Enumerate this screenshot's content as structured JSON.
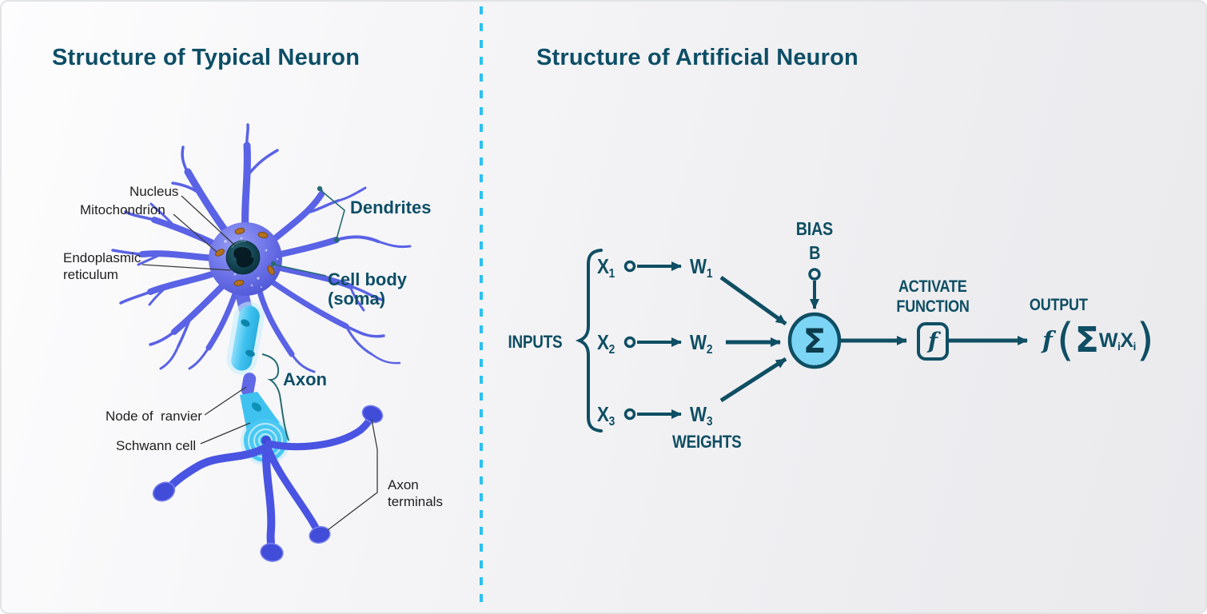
{
  "colors": {
    "accent_teal": "#0f4e63",
    "title_teal": "#0d4e66",
    "divider_cyan": "#2bc1f1",
    "sum_node_fill": "#7cd5f4",
    "neuron_blue": "#5a62e5",
    "axon_cyan": "#3fc2f0",
    "mitochondria_orange": "#b4701f",
    "label_black": "#1f1f1f"
  },
  "left_panel": {
    "title": "Structure of Typical Neuron",
    "labels": {
      "nucleus": "Nucleus",
      "mitochondrion": "Mitochondrion",
      "endoplasmic_line1": "Endoplasmic",
      "endoplasmic_line2": "reticulum",
      "dendrites": "Dendrites",
      "cell_body_line1": "Cell body",
      "cell_body_line2": "(soma)",
      "axon": "Axon",
      "node_of_ranvier": "Node of  ranvier",
      "schwann_cell": "Schwann cell",
      "axon_terminals_line1": "Axon",
      "axon_terminals_line2": "terminals"
    }
  },
  "right_panel": {
    "title": "Structure of Artificial Neuron",
    "inputs_label": "INPUTS",
    "weights_label": "WEIGHTS",
    "bias_label": "BIAS",
    "bias_symbol": "B",
    "sum_symbol": "Σ",
    "activate_line1": "ACTIVATE",
    "activate_line2": "FUNCTION",
    "function_symbol": "f",
    "output_label": "OUTPUT",
    "rows": [
      {
        "x_base": "X",
        "x_sub": "1",
        "w_base": "W",
        "w_sub": "1"
      },
      {
        "x_base": "X",
        "x_sub": "2",
        "w_base": "W",
        "w_sub": "2"
      },
      {
        "x_base": "X",
        "x_sub": "3",
        "w_base": "W",
        "w_sub": "3"
      }
    ],
    "formula": {
      "f": "f",
      "open": "(",
      "sigma": "Σ",
      "w": "W",
      "w_sub": "i",
      "x": "X",
      "x_sub": "i",
      "close": ")"
    }
  }
}
